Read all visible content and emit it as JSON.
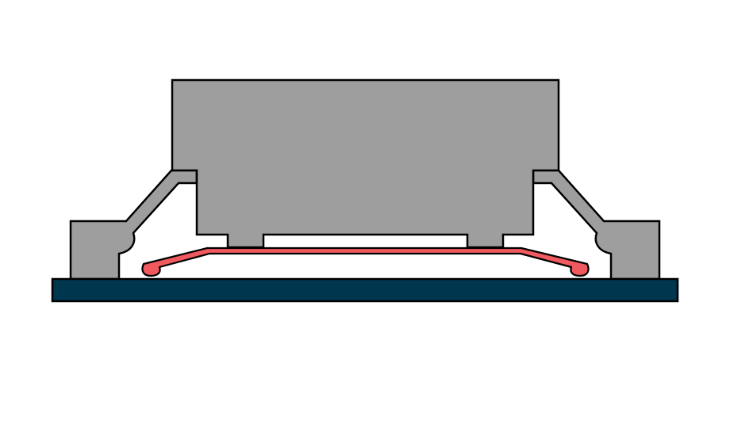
{
  "diagram": {
    "kind": "cross-section",
    "components": [
      {
        "id": "base-board",
        "color": "#01364f"
      },
      {
        "id": "housing",
        "color": "#9e9e9e"
      },
      {
        "id": "spring-contact",
        "color": "#f05a5e"
      }
    ],
    "outline_color": "#000000",
    "background": "#ffffff"
  }
}
